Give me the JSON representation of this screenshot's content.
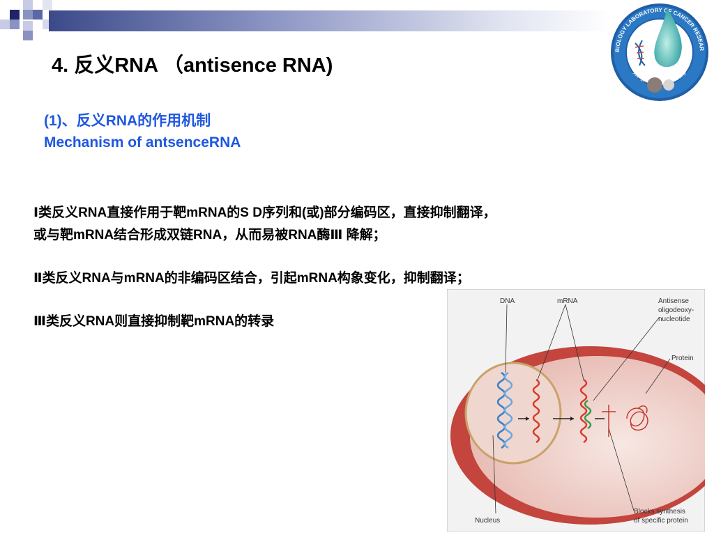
{
  "slide": {
    "title": "4. 反义RNA （antisence RNA)",
    "subtitle_line1": "(1)、反义RNA的作用机制",
    "subtitle_line2": "Mechanism of antsenceRNA",
    "para1_line1": "Ⅰ类反义RNA直接作用于靶mRNA的S D序列和(或)部分编码区，直接抑制翻译，",
    "para1_line2": "或与靶mRNA结合形成双链RNA，从而易被RNA酶Ⅲ 降解；",
    "para2": "Ⅱ类反义RNA与mRNA的非编码区结合，引起mRNA构象变化，抑制翻译；",
    "para3": "Ⅲ类反义RNA则直接抑制靶mRNA的转录"
  },
  "logo": {
    "ring_text": "MOLECULAR BIOLOGY LABORATORY OF CANCER RESEARCH INSTITUTE",
    "bottom_text": "Xiangya School of Medicine"
  },
  "figure": {
    "label_dna": "DNA",
    "label_mrna": "mRNA",
    "label_antisense_1": "Antisense",
    "label_antisense_2": "oligodeoxy-",
    "label_antisense_3": "nucleotide",
    "label_protein": "Protein",
    "label_nucleus": "Nucleus",
    "label_blocks_1": "Blocks synthesis",
    "label_blocks_2": "of specific protein"
  },
  "colors": {
    "accent_blue": "#1f57e0",
    "header_dark": "#3c4a8a",
    "cell_membrane": "#c4443e",
    "cell_fill": "#f4dcd7",
    "logo_teal": "#2a9fa0"
  }
}
